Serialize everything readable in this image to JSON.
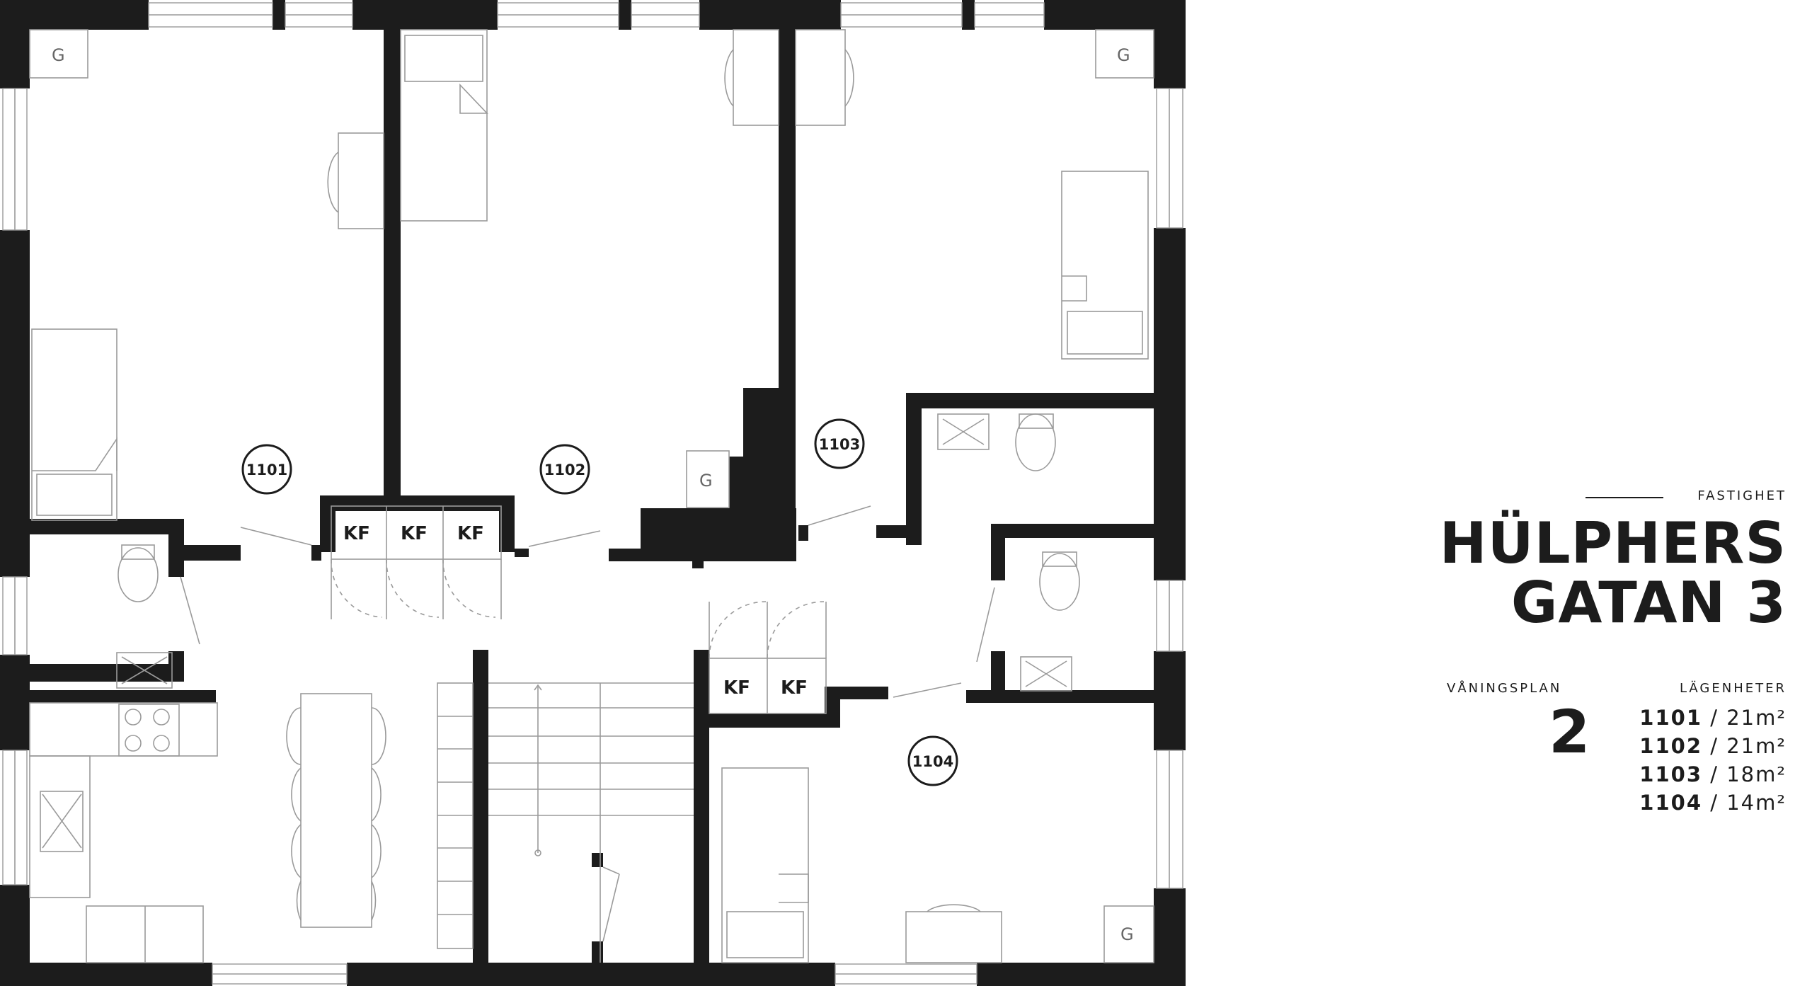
{
  "property": {
    "label": "FASTIGHET",
    "title_line1": "HÜLPHERS",
    "title_line2": "GATAN 3"
  },
  "floor": {
    "label": "VÅNINGSPLAN",
    "number": "2"
  },
  "apartments": {
    "label": "LÄGENHETER",
    "items": [
      {
        "number": "1101",
        "area": "21m²"
      },
      {
        "number": "1102",
        "area": "21m²"
      },
      {
        "number": "1103",
        "area": "18m²"
      },
      {
        "number": "1104",
        "area": "14m²"
      }
    ]
  },
  "plan": {
    "room_labels": [
      "1101",
      "1102",
      "1103",
      "1104"
    ],
    "storage_label": "KF",
    "wardrobe_label": "G",
    "separator": "/"
  },
  "colors": {
    "wall": "#1c1c1c",
    "furniture_line": "#9a9a9a",
    "background": "#ffffff"
  }
}
